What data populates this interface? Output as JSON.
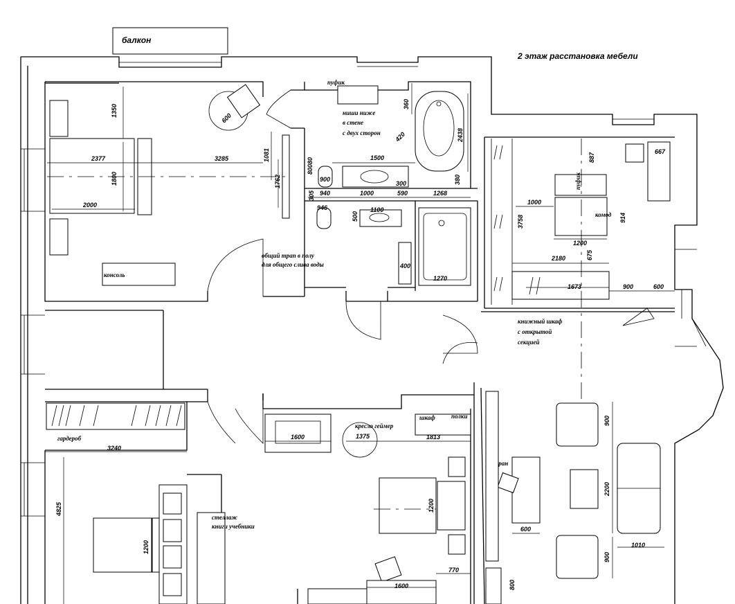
{
  "title": "2 этаж расстановка мебели",
  "rooms": {
    "balcony": "балкон",
    "bedroom_top_console": "консоль",
    "bath_note_1": "общий трап в полу",
    "bath_note_2": "для общего слива воды",
    "bath_pouf": "пуфик",
    "bath_note_wall_1": "ниши ниже",
    "bath_note_wall_2": "в стене",
    "bath_note_wall_3": "с двух сторон",
    "study_dresser": "комод",
    "study_pouf": "пуфик",
    "bookcase_1": "книжный шкаф",
    "bookcase_2": "с открытой",
    "bookcase_3": "секцией",
    "wardrobe": "гардероб",
    "chair_gamer": "кресло геймер",
    "cabinet": "шкаф",
    "shelves": "полки",
    "rack_1": "стеллаж",
    "rack_2": "книги учебники",
    "screen": "экран"
  },
  "dims": {
    "d1350": "1350",
    "d600a": "600",
    "d2377": "2377",
    "d3285": "3285",
    "d1081": "1081",
    "d1762": "1762",
    "d1800": "1800",
    "d2000": "2000",
    "d360": "360",
    "d2438": "2438",
    "d420": "420",
    "d1500": "1500",
    "d80": "80080",
    "d900a": "900",
    "d940": "940",
    "d1000": "1000",
    "d300": "300",
    "d590": "590",
    "d1268": "1268",
    "d946": "946",
    "d1100": "1100",
    "d500": "500",
    "d380": "380",
    "d400": "400",
    "d1270": "1270",
    "d667": "667",
    "d887": "887",
    "d1000b": "1000",
    "d3758": "3758",
    "d914": "914",
    "d1200": "1200",
    "d675": "675",
    "d2180": "2180",
    "d1673": "1673",
    "d900b": "900",
    "d600b": "600",
    "d3240": "3240",
    "d1600a": "1600",
    "d1375": "1375",
    "d1813": "1813",
    "d4825": "4825",
    "d1200b": "1200",
    "d1200c": "1200",
    "d600c": "600",
    "d770": "770",
    "d1600b": "1600",
    "d800": "800",
    "d900c": "900",
    "d2200": "2200",
    "d900d": "900",
    "d1010": "1010",
    "d305": "305"
  }
}
